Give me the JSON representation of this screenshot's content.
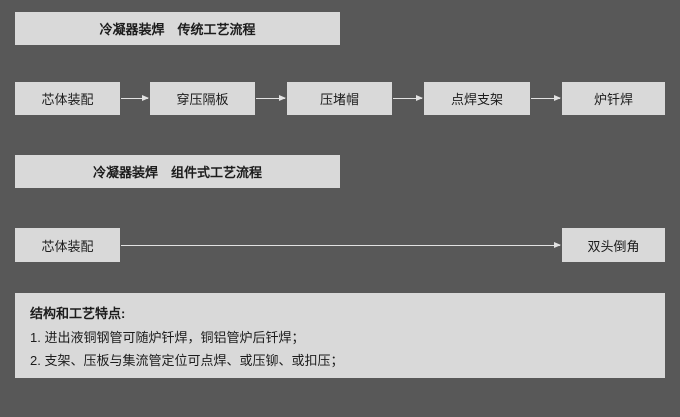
{
  "colors": {
    "background": "#585858",
    "box_bg": "#d9d9d9",
    "text": "#1c1c1c",
    "arrow": "#e2e2e2"
  },
  "flow_traditional": {
    "title": "冷凝器装焊　传统工艺流程",
    "steps": [
      "芯体装配",
      "穿压隔板",
      "压堵帽",
      "点焊支架",
      "炉钎焊"
    ]
  },
  "flow_modular": {
    "title": "冷凝器装焊　组件式工艺流程",
    "steps": [
      "芯体装配",
      "双头倒角"
    ]
  },
  "notes": {
    "title": "结构和工艺特点:",
    "items": [
      "1. 进出液铜钢管可随炉钎焊，铜铝管炉后钎焊；",
      "2. 支架、压板与集流管定位可点焊、或压铆、或扣压；"
    ]
  }
}
